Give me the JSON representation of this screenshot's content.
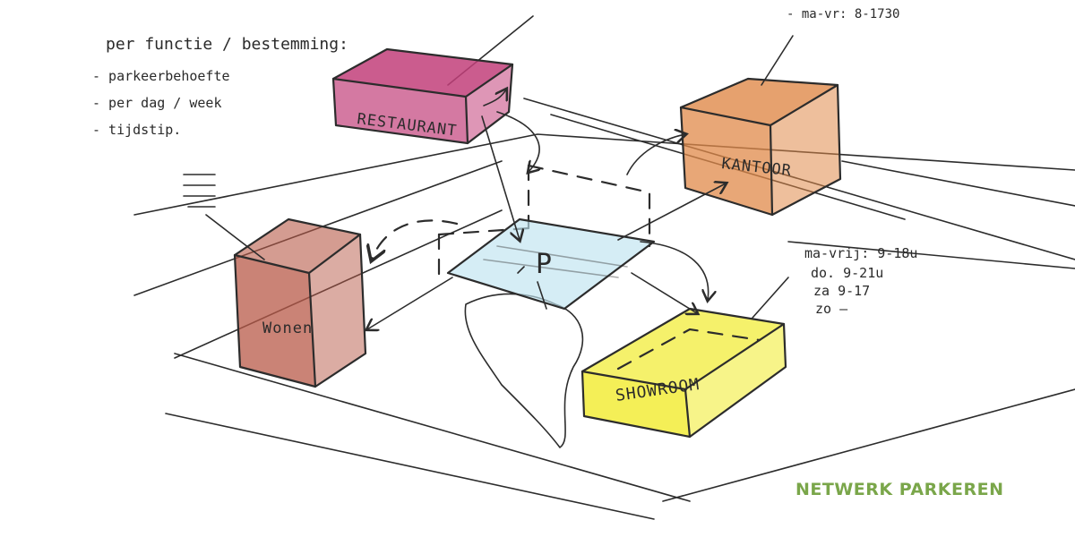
{
  "notes": {
    "heading": "per functie / bestemming:",
    "items": [
      "- parkeerbehoefte",
      "- per dag / week",
      "- tijdstip."
    ]
  },
  "buildings": {
    "restaurant": {
      "label": "RESTAURANT",
      "color": "#c2407a"
    },
    "kantoor": {
      "label": "KANTOOR",
      "color": "#e08a4a"
    },
    "wonen": {
      "label": "Wonen",
      "color": "#b85a48"
    },
    "showroom": {
      "label": "SHOWROOM",
      "color": "#f2ec3a"
    }
  },
  "parking": {
    "label": "P",
    "color": "#bfe3f0"
  },
  "hours": {
    "kantoor": "- ma-vr: 8-1730",
    "showroom": [
      "ma-vrij: 9-18u",
      "do. 9-21u",
      "za 9-17",
      "zo —"
    ]
  },
  "brand": {
    "label": "NETWERK PARKEREN",
    "color": "#7aa64a"
  }
}
